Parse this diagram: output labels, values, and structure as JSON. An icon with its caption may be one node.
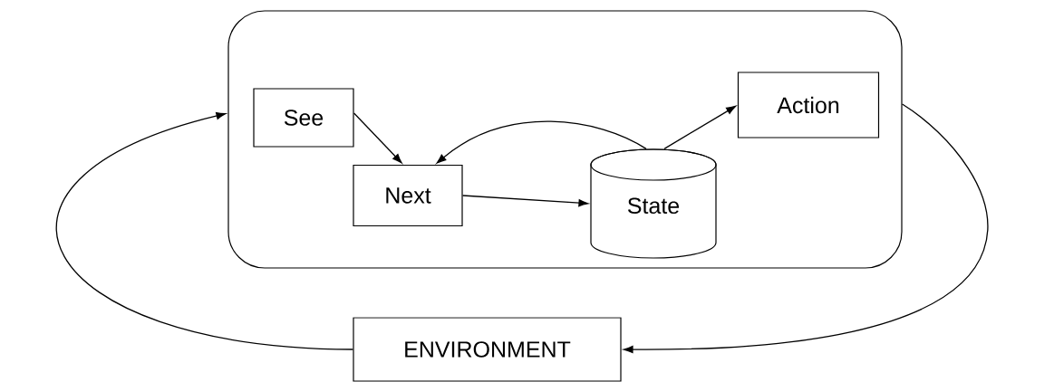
{
  "diagram": {
    "nodes": [
      {
        "text": [],
        "shape": "box"
      },
      {
        "text": [
          "See"
        ],
        "in": 0
      },
      {
        "text": [
          "Next"
        ],
        "in": 0
      },
      {
        "text": [
          "State"
        ],
        "in": 0
      },
      {
        "text": [
          "Action"
        ],
        "in": 0
      },
      {
        "text": [
          "ENVIRONMENT"
        ]
      }
    ],
    "edges": [
      {
        "from": 1,
        "to": 2,
        "arrow": "to"
      },
      {
        "from": 2,
        "to": 3,
        "arrow": "to"
      },
      {
        "from": 3,
        "to": 2,
        "arrow": "to"
      },
      {
        "from": 3,
        "to": 4,
        "arrow": "to"
      },
      {
        "from": 0,
        "to": 5,
        "arrow": "to"
      },
      {
        "from": 5,
        "to": 0,
        "arrow": "to"
      }
    ]
  }
}
